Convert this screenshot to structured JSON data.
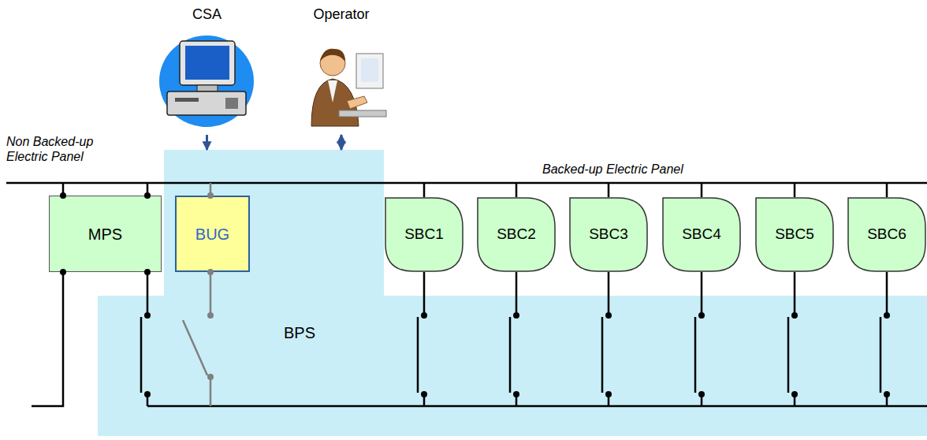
{
  "diagram": {
    "nodes": [
      {
        "text": [
          "CSA"
        ]
      },
      {
        "text": [
          "Operator"
        ]
      },
      {
        "text": [
          "MPS"
        ]
      },
      {
        "text": [
          "BPS"
        ]
      },
      {
        "text": [
          "BUG"
        ],
        "in": 3
      },
      {
        "text": [
          "SBC1"
        ]
      },
      {
        "text": [
          "SBC2"
        ]
      },
      {
        "text": [
          "SBC3"
        ]
      },
      {
        "text": [
          "SBC4"
        ]
      },
      {
        "text": [
          "SBC5"
        ]
      },
      {
        "text": [
          "SBC6"
        ]
      }
    ],
    "edges": [
      {
        "from": 0,
        "to": 3,
        "arrow": "to"
      },
      {
        "from": 1,
        "to": 3,
        "arrow": "both"
      }
    ],
    "labels": [
      "Non Backed-up Electric Panel",
      "Backed-up Electric Panel"
    ]
  }
}
